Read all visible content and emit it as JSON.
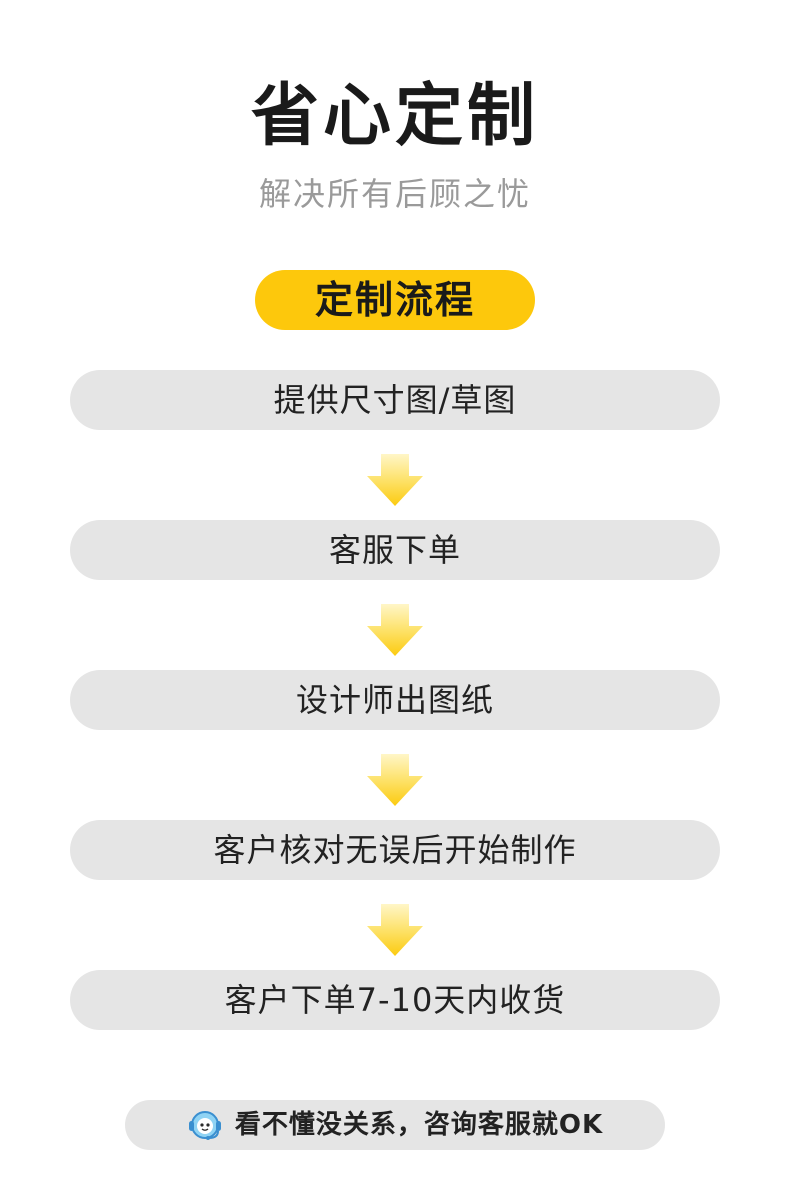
{
  "header": {
    "title": "省心定制",
    "subtitle": "解决所有后顾之忧"
  },
  "process": {
    "label": "定制流程",
    "steps": [
      {
        "label": "提供尺寸图/草图"
      },
      {
        "label": "客服下单"
      },
      {
        "label": "设计师出图纸"
      },
      {
        "label": "客户核对无误后开始制作"
      },
      {
        "label": "客户下单7-10天内收货"
      }
    ]
  },
  "footer": {
    "text": "看不懂没关系，咨询客服就OK"
  },
  "colors": {
    "accent": "#fdc80c",
    "step_bg": "#e5e5e5",
    "arrow": "#fdd21c"
  }
}
